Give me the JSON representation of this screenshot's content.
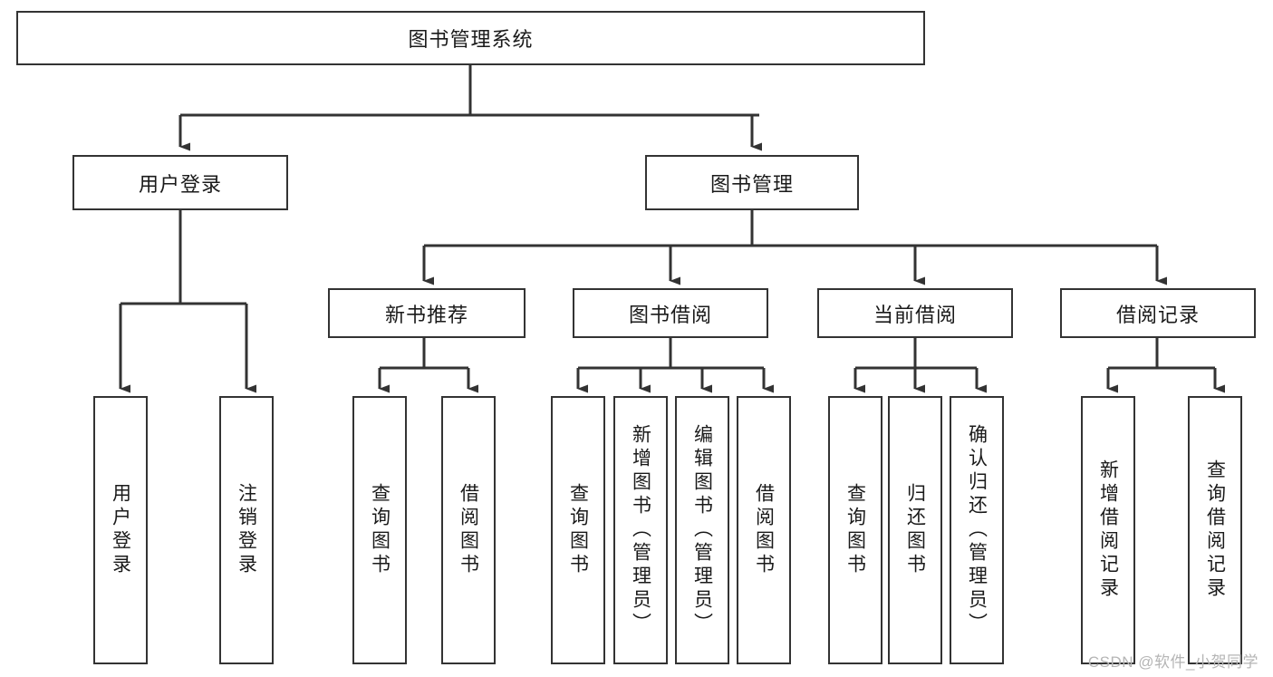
{
  "diagram": {
    "type": "hierarchy-tree",
    "title": "图书管理系统",
    "colors": {
      "box_border": "#333333",
      "box_fill": "#ffffff",
      "connector": "#333333",
      "text": "#1a1a1a",
      "watermark": "#b5b5b5",
      "background": "#ffffff"
    },
    "root": {
      "label": "图书管理系统",
      "orientation": "horizontal"
    },
    "level2": [
      {
        "label": "用户登录",
        "orientation": "horizontal"
      },
      {
        "label": "图书管理",
        "orientation": "horizontal"
      }
    ],
    "level3": [
      {
        "label": "新书推荐",
        "orientation": "horizontal"
      },
      {
        "label": "图书借阅",
        "orientation": "horizontal"
      },
      {
        "label": "当前借阅",
        "orientation": "horizontal"
      },
      {
        "label": "借阅记录",
        "orientation": "horizontal"
      }
    ],
    "leaves": {
      "user_login": [
        {
          "label": "用户登录",
          "orientation": "vertical"
        },
        {
          "label": "注销登录",
          "orientation": "vertical"
        }
      ],
      "new_book_recommend": [
        {
          "label": "查询图书",
          "orientation": "vertical"
        },
        {
          "label": "借阅图书",
          "orientation": "vertical"
        }
      ],
      "book_borrow": [
        {
          "label": "查询图书",
          "orientation": "vertical"
        },
        {
          "label": "新增图书（管理员）",
          "orientation": "vertical"
        },
        {
          "label": "编辑图书（管理员）",
          "orientation": "vertical"
        },
        {
          "label": "借阅图书",
          "orientation": "vertical"
        }
      ],
      "current_borrow": [
        {
          "label": "查询图书",
          "orientation": "vertical"
        },
        {
          "label": "归还图书",
          "orientation": "vertical"
        },
        {
          "label": "确认归还（管理员）",
          "orientation": "vertical"
        }
      ],
      "borrow_record": [
        {
          "label": "新增借阅记录",
          "orientation": "vertical"
        },
        {
          "label": "查询借阅记录",
          "orientation": "vertical"
        }
      ]
    }
  },
  "watermark": {
    "text": "CSDN @软件_小贺同学"
  }
}
